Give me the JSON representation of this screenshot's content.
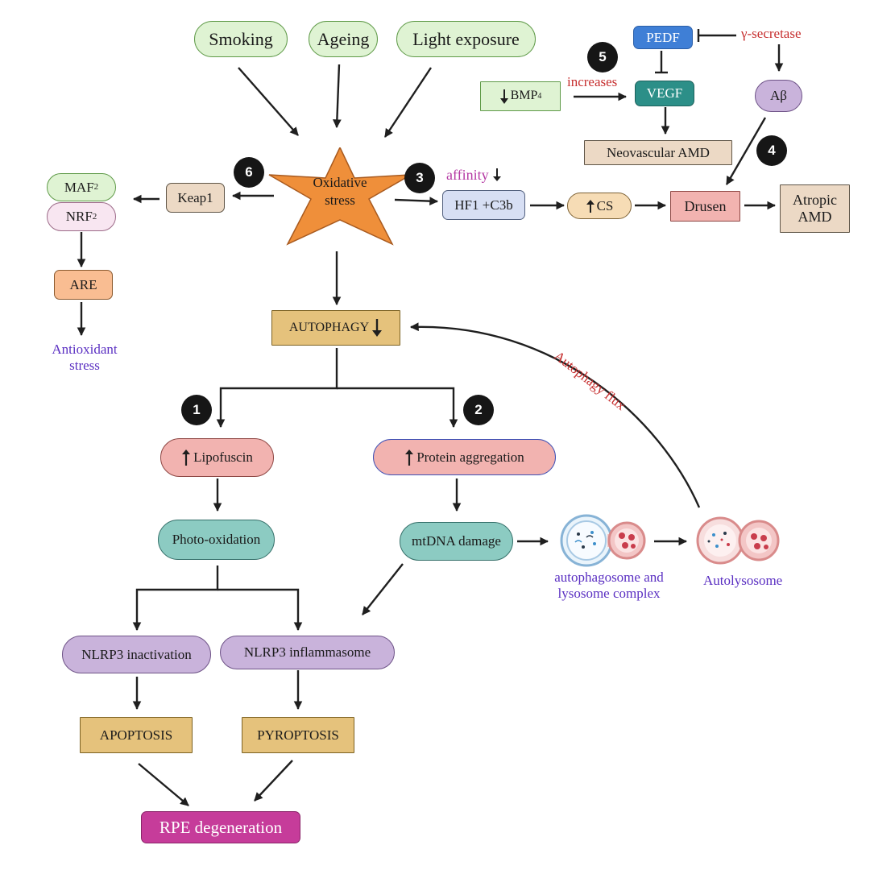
{
  "nodes": {
    "smoking": "Smoking",
    "ageing": "Ageing",
    "light_exposure": "Light exposure",
    "oxidative_stress": [
      "Oxidative",
      "stress"
    ],
    "maf": "MAF",
    "maf_sub": "2",
    "nrf": "NRF",
    "nrf_sub": "2",
    "keap1": "Keap1",
    "are": "ARE",
    "antioxidant_stress": [
      "Antioxidant",
      "stress"
    ],
    "affinity": "affinity",
    "hf1_c3b": "HF1 +C3b",
    "cs": "CS",
    "drusen": "Drusen",
    "atropic_amd": [
      "Atropic",
      "AMD"
    ],
    "pedf": "PEDF",
    "gamma_secretase": "γ-secretase",
    "abeta": "Aβ",
    "bmp": "BMP",
    "bmp_sub": "4",
    "increases": "increases",
    "vegf": "VEGF",
    "neovascular_amd": "Neovascular AMD",
    "autophagy": "AUTOPHAGY",
    "lipofuscin": "Lipofuscin",
    "protein_aggregation": "Protein aggregation",
    "photo_oxidation": "Photo-oxidation",
    "mtdna_damage": "mtDNA damage",
    "autophagosome_complex": [
      "autophagosome and",
      "lysosome complex"
    ],
    "autolysosome": "Autolysosome",
    "autophagy_flux": "Autophagy flux",
    "nlrp3_inactivation": "NLRP3 inactivation",
    "nlrp3_inflammasome": "NLRP3 inflammasome",
    "apoptosis": "APOPTOSIS",
    "pyroptosis": "PYROPTOSIS",
    "rpe_degeneration": "RPE degeneration"
  },
  "badges": [
    "1",
    "2",
    "3",
    "4",
    "5",
    "6"
  ],
  "colors": {
    "arrow": "#1f1f1f",
    "red_text": "#c62e2e",
    "purple_text": "#5a2fc2",
    "magenta_text": "#b53aa4",
    "pedf_fill": "#3f7fd6",
    "vegf_fill": "#2c8f88",
    "star_fill": "#ef8f3a",
    "rpe_fill": "#c63c9a"
  }
}
